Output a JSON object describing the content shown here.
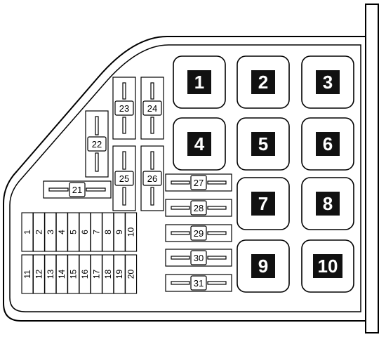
{
  "colors": {
    "stroke": "#000000",
    "background": "#ffffff",
    "relay_label_bg": "#111111",
    "relay_label_text": "#ffffff"
  },
  "relays": [
    "1",
    "2",
    "3",
    "4",
    "5",
    "6",
    "7",
    "8",
    "9",
    "10"
  ],
  "vertical_fuses": [
    "22",
    "23",
    "24",
    "25",
    "26"
  ],
  "horizontal_fuses": [
    "21",
    "27",
    "28",
    "29",
    "30",
    "31"
  ],
  "mini_fuses_top": [
    "1",
    "2",
    "3",
    "4",
    "5",
    "6",
    "7",
    "8",
    "9",
    "10"
  ],
  "mini_fuses_bottom": [
    "11",
    "12",
    "13",
    "14",
    "15",
    "16",
    "17",
    "18",
    "19",
    "20"
  ]
}
